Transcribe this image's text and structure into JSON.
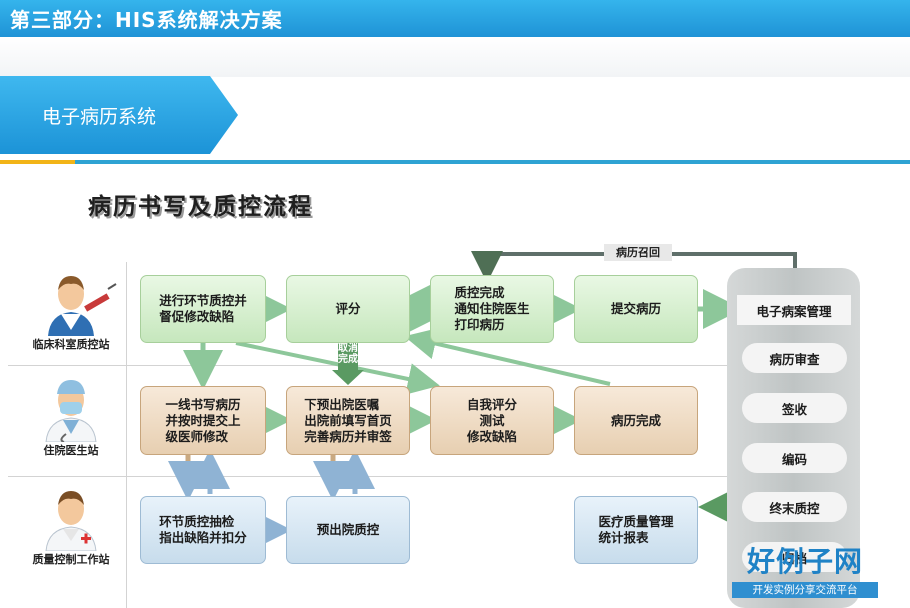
{
  "header": {
    "title": "第三部分：HIS系统解决方案"
  },
  "banner": {
    "title": "电子病历系统"
  },
  "diagram": {
    "title": "病历书写及质控流程"
  },
  "actors": [
    {
      "label": "临床科室质控站"
    },
    {
      "label": "住院医生站"
    },
    {
      "label": "质量控制工作站"
    }
  ],
  "nodes": {
    "clinical_check": "进行环节质控并\n督促修改缺陷",
    "score": "评分",
    "qc_done": "质控完成\n通知住院医生\n打印病历",
    "submit": "提交病历",
    "doctor_write": "一线书写病历\n并按时提交上\n级医师修改",
    "pre_discharge": "下预出院医嘱\n出院前填写首页\n完善病历并审签",
    "self_eval": "自我评分\n测试\n修改缺陷",
    "record_done": "病历完成",
    "spot_check": "环节质控抽检\n指出缺陷并扣分",
    "pre_discharge_qc": "预出院质控",
    "quality_stats": "医疗质量管理\n统计报表"
  },
  "labels": {
    "recall": "病历召回",
    "cancel": "取消完成"
  },
  "column": {
    "items": [
      "电子病案管理",
      "病历审查",
      "签收",
      "编码",
      "终末质控",
      "归档"
    ]
  },
  "watermark": {
    "brand": "好例子网",
    "slogan": "开发实例分享交流平台"
  }
}
